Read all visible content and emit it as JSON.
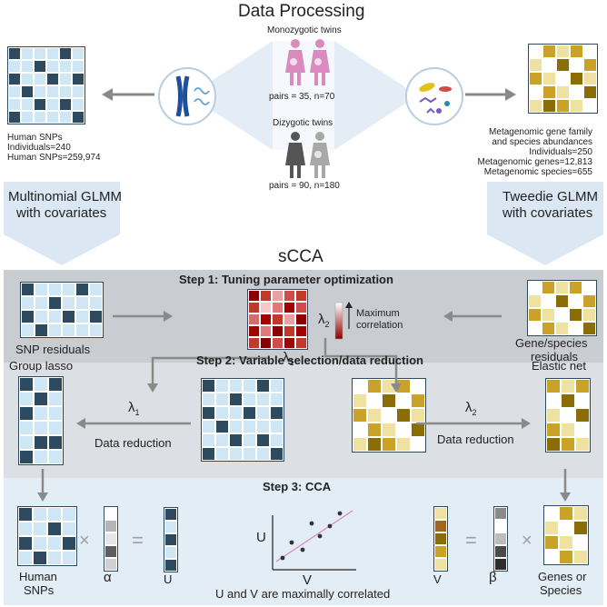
{
  "title": "Data Processing",
  "twins": {
    "mz_label": "Monozygotic twins",
    "mz_counts": "pairs = 35, n=70",
    "dz_label": "Dizygotic twins",
    "dz_counts": "pairs = 90, n=180"
  },
  "human": {
    "line1": "Human SNPs",
    "line2": "Individuals=240",
    "line3": "Human SNPs=259,974"
  },
  "metagenomic": {
    "line1": "Metagenomic gene family",
    "line2": "and species abundances",
    "line3": "Individuals=250",
    "line4": "Metagenomic genes=12,813",
    "line5": "Metagenomic species=655"
  },
  "models": {
    "left_line1": "Multinomial GLMM",
    "left_line2": "with covariates",
    "right_line1": "Tweedie GLMM",
    "right_line2": "with covariates"
  },
  "scca_title": "sCCA",
  "step1": {
    "title": "Step 1: Tuning parameter optimization",
    "snp_residuals": "SNP residuals",
    "gene_residuals_1": "Gene/species",
    "gene_residuals_2": "residuals",
    "max_corr_1": "Maximum",
    "max_corr_2": "correlation",
    "lambda1": "λ",
    "lambda1_sub": "1",
    "lambda2": "λ",
    "lambda2_sub": "2"
  },
  "step2": {
    "title": "Step 2: Variable selection/data reduction",
    "group_lasso": "Group lasso",
    "elastic_net": "Elastic net",
    "data_reduction_left": "Data reduction",
    "data_reduction_right": "Data reduction",
    "lambda1": "λ",
    "lambda1_sub": "1",
    "lambda2": "λ",
    "lambda2_sub": "2"
  },
  "step3": {
    "title": "Step 3: CCA",
    "human_snps_1": "Human",
    "human_snps_2": "SNPs",
    "alpha": "α",
    "u_vec": "U",
    "u_axis": "U",
    "v_axis": "V",
    "v_vec": "V",
    "beta": "β",
    "genes_1": "Genes or",
    "genes_2": "Species",
    "times": "×",
    "equals": "=",
    "caption": "U and V are maximally correlated"
  },
  "colors": {
    "snp_dark": "#2d4a5f",
    "snp_light": "#cfe6f5",
    "gold_dark": "#8a6d05",
    "gold_mid": "#c9a227",
    "gold_light": "#efe1a0",
    "panel_gray": "#cfd3d8",
    "panel_blue": "#e1ecf4",
    "arrow_gray": "#8a8a8a",
    "pink": "#d98bbf"
  }
}
